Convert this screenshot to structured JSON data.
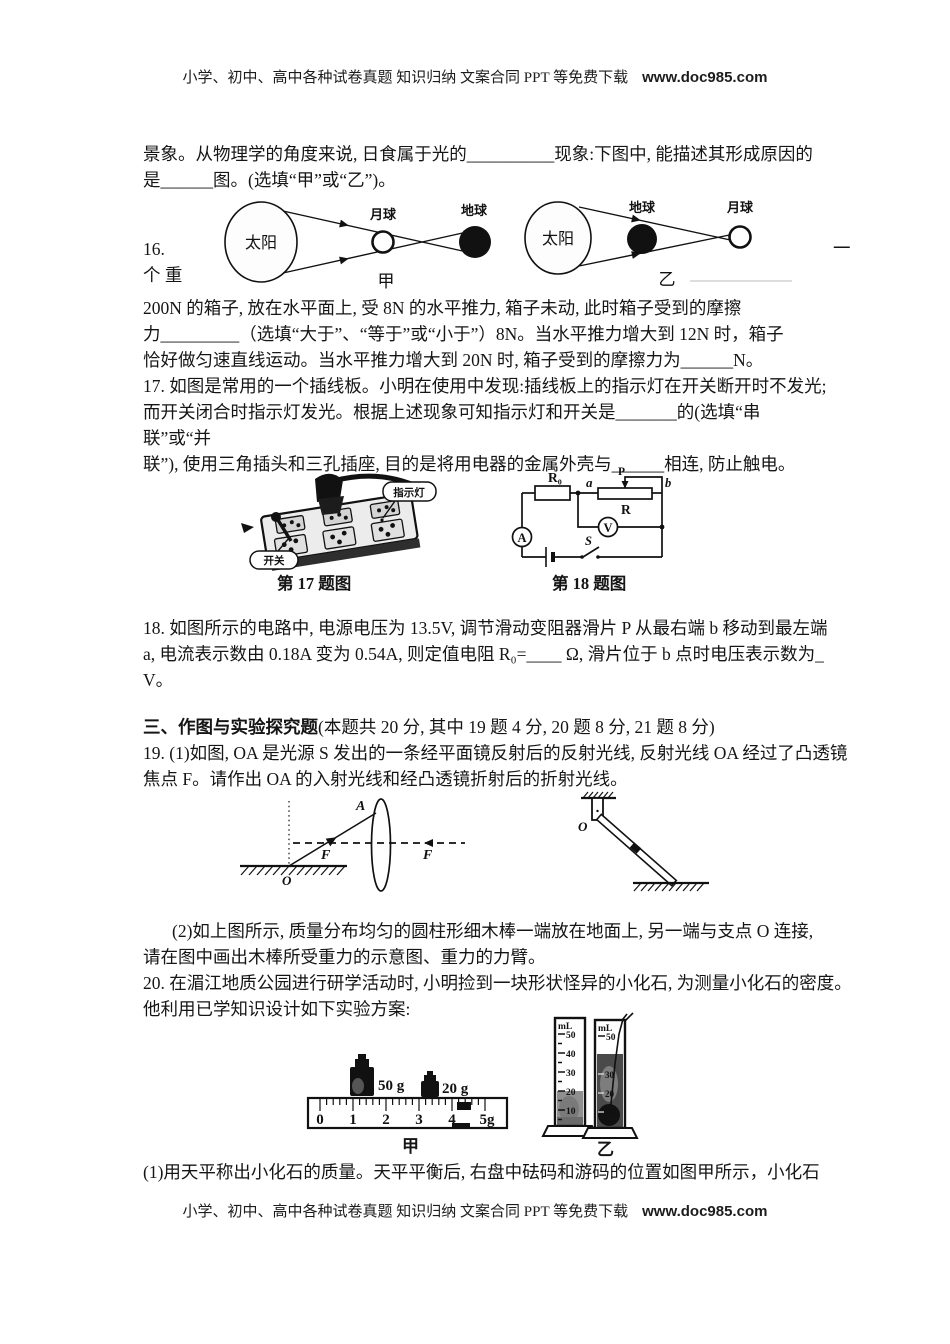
{
  "header": {
    "promo": "小学、初中、高中各种试卷真题 知识归纳 文案合同 PPT 等免费下载",
    "url": "www.doc985.com"
  },
  "footer": {
    "promo": "小学、初中、高中各种试卷真题 知识归纳 文案合同 PPT 等免费下载",
    "url": "www.doc985.com"
  },
  "q15": {
    "line1": "景象。从物理学的角度来说, 日食属于光的__________现象:下图中, 能描述其形成原因的",
    "line2": "是______图。(选填“甲”或“乙”)。"
  },
  "q16": {
    "number": "16.",
    "frag": "个 重",
    "dash": "一",
    "line1": "200N 的箱子, 放在水平面上, 受 8N 的水平推力, 箱子未动, 此时箱子受到的摩擦",
    "line2": "力_________（选填“大于”、“等于”或“小于”）8N。当水平推力增大到 12N 时，箱子",
    "line3": "恰好做匀速直线运动。当水平推力增大到 20N 时, 箱子受到的摩擦力为______N。"
  },
  "fig_eclipse": {
    "sun": "太阳",
    "moon": "月球",
    "earth": "地球",
    "jia": "甲",
    "yi": "乙"
  },
  "q17": {
    "line1": "17. 如图是常用的一个插线板。小明在使用中发现:插线板上的指示灯在开关断开时不发光;",
    "line2": "而开关闭合时指示灯发光。根据上述现象可知指示灯和开关是_______的(选填“串",
    "line3": "联”或“并",
    "line4": "联”), 使用三角插头和三孔插座, 目的是将用电器的金属外壳与______相连, 防止触电。"
  },
  "fig17": {
    "indicator": "指示灯",
    "switch": "开关",
    "caption": "第 17 题图"
  },
  "fig18": {
    "r0": "R₀",
    "a": "a",
    "p": "P",
    "b": "b",
    "r": "R",
    "ammeter": "A",
    "voltmeter": "V",
    "s": "S",
    "caption": "第 18 题图"
  },
  "q18": {
    "line1": "18. 如图所示的电路中, 电源电压为 13.5V, 调节滑动变阻器滑片 P 从最右端 b 移动到最左端",
    "line2": "a, 电流表示数由 0.18A 变为 0.54A, 则定值电阻 R₀=____ Ω, 滑片位于 b 点时电压表示数为_",
    "line3": "V。"
  },
  "section3": {
    "title": "三、作图与实验探究题",
    "rest": "(本题共 20 分, 其中 19 题 4 分, 20 题 8 分, 21 题 8 分)"
  },
  "q19": {
    "line1": "19. (1)如图, OA 是光源 S 发出的一条经平面镜反射后的反射光线, 反射光线 OA 经过了凸透镜",
    "line2": "焦点 F。请作出 OA 的入射光线和经凸透镜折射后的折射光线。",
    "line3": "(2)如上图所示, 质量分布均匀的圆柱形细木棒一端放在地面上, 另一端与支点 O 连接,",
    "line4": "请在图中画出木棒所受重力的示意图、重力的力臂。"
  },
  "fig19": {
    "a": "A",
    "f_left": "F",
    "f_right": "F",
    "o": "O",
    "o2": "O"
  },
  "q20": {
    "line1": "20. 在湄江地质公园进行研学活动时, 小明捡到一块形状怪异的小化石, 为测量小化石的密度。",
    "line2": "他利用已学知识设计如下实验方案:",
    "line3": "(1)用天平称出小化石的质量。天平平衡后, 右盘中砝码和游码的位置如图甲所示，小化石"
  },
  "fig20": {
    "w50": "50 g",
    "w20": "20 g",
    "ruler_ticks": [
      "0",
      "1",
      "2",
      "3",
      "4",
      "5g"
    ],
    "jia": "甲",
    "yi": "乙",
    "ml": "mL",
    "ml2": "mL",
    "cyl_ticks": [
      "50",
      "40",
      "30",
      "20",
      "10"
    ],
    "cyl2_ticks": [
      "50",
      "30",
      "20",
      "10"
    ]
  }
}
